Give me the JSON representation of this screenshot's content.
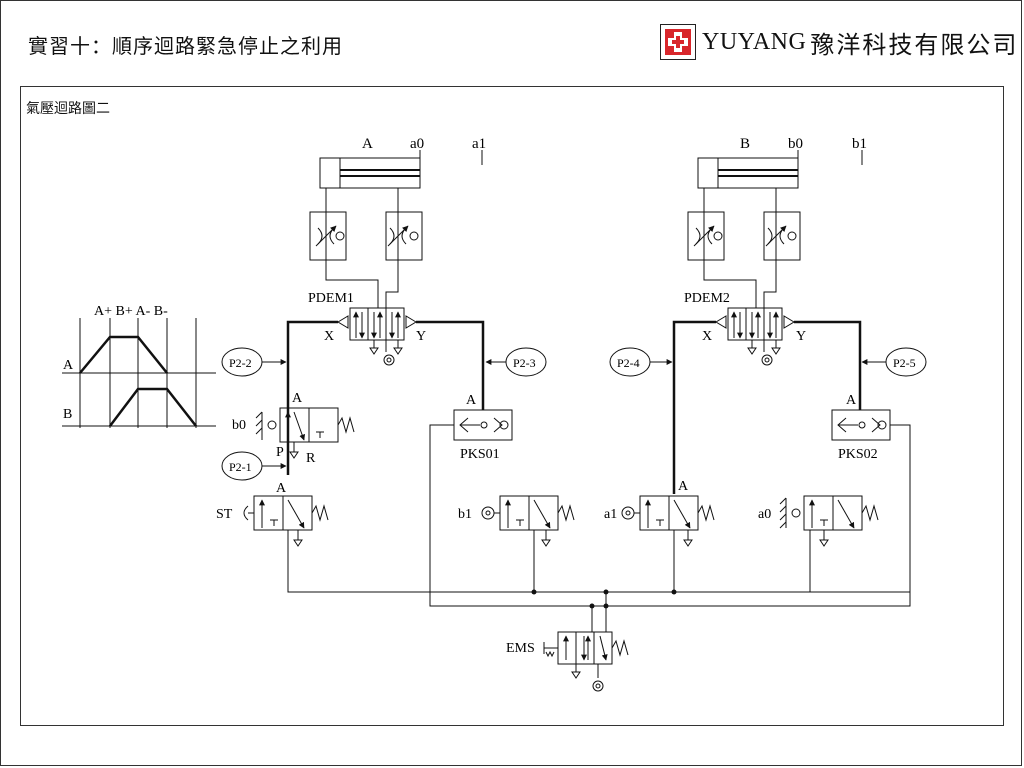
{
  "header": {
    "title": "實習十：順序迴路緊急停止之利用",
    "brand_name": "YUYANG",
    "brand_cn": "豫洋科技有限公司"
  },
  "panel": {
    "title": "氣壓迴路圖二"
  },
  "diagram": {
    "cyl_a": {
      "label": "A",
      "pos0": "a0",
      "pos1": "a1"
    },
    "cyl_b": {
      "label": "B",
      "pos0": "b0",
      "pos1": "b1"
    },
    "valve_pdem1": "PDEM1",
    "valve_pdem2": "PDEM2",
    "port_x": "X",
    "port_y": "Y",
    "port_a": "A",
    "port_p": "P",
    "port_r": "R",
    "shuttle_1": "PKS01",
    "shuttle_2": "PKS02",
    "tag_p2_1": "P2-1",
    "tag_p2_2": "P2-2",
    "tag_p2_3": "P2-3",
    "tag_p2_4": "P2-4",
    "tag_p2_5": "P2-5",
    "valve_st": "ST",
    "valve_b0": "b0",
    "valve_b1": "b1",
    "valve_a1": "a1",
    "valve_a0": "a0",
    "valve_ems": "EMS",
    "timing": {
      "sequence": "A+ B+ A- B-",
      "row_a": "A",
      "row_b": "B"
    }
  }
}
